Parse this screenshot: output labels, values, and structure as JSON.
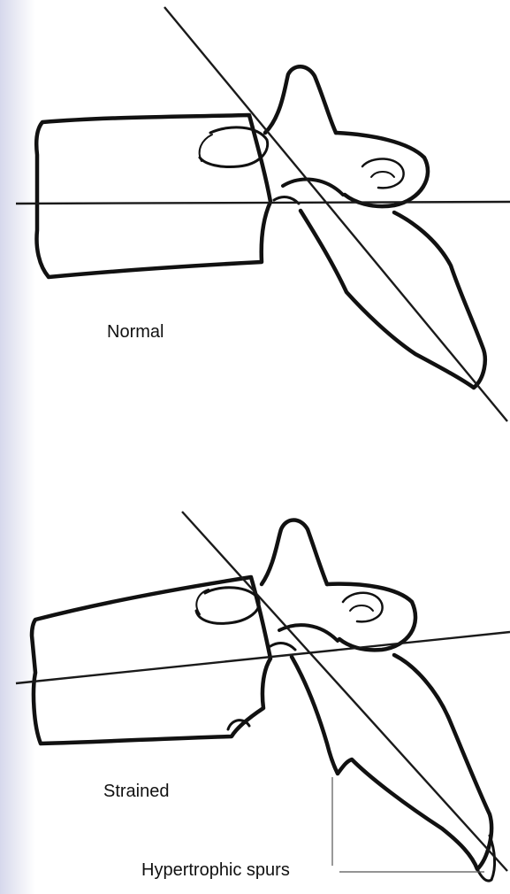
{
  "labels": {
    "normal": "Normal",
    "strained": "Strained",
    "spurs": "Hypertrophic spurs"
  },
  "colors": {
    "outline": "#111111",
    "horizontal_line_top": "#7a7a2a",
    "page_edge_shade": "#d6d8ec"
  }
}
